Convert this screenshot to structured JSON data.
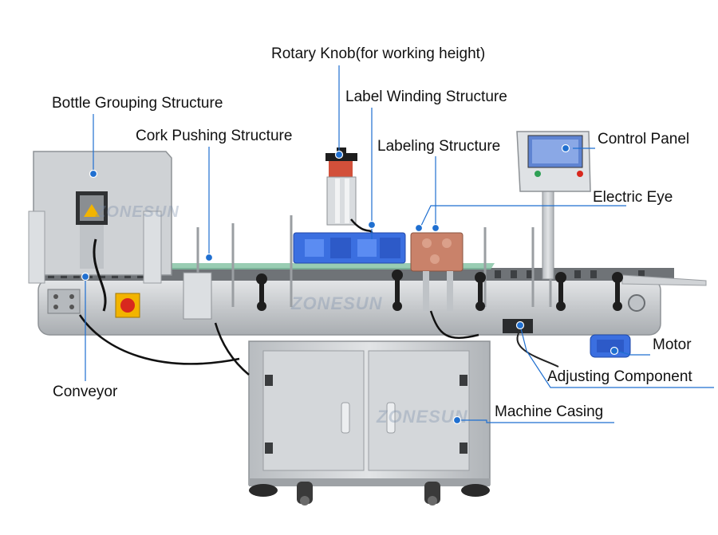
{
  "colors": {
    "line": "#1f6fd0",
    "dot": "#1f6fd0",
    "steel": "#c9ccd0",
    "steel_dark": "#8e9296",
    "blue_parts": "#3b6fe0",
    "copper_parts": "#c9826a",
    "red_button": "#d8281e",
    "yellow_box": "#f2b400",
    "screen": "#6a8fd8"
  },
  "watermark": "ZONESUN",
  "labels": {
    "rotary_knob": "Rotary Knob(for working height)",
    "bottle_grouping": "Bottle Grouping Structure",
    "label_winding": "Label Winding Structure",
    "cork_pushing": "Cork Pushing Structure",
    "labeling": "Labeling Structure",
    "control_panel": "Control Panel",
    "electric_eye": "Electric Eye",
    "motor": "Motor",
    "adjusting_component": "Adjusting Component",
    "conveyor": "Conveyor",
    "machine_casing": "Machine Casing"
  }
}
